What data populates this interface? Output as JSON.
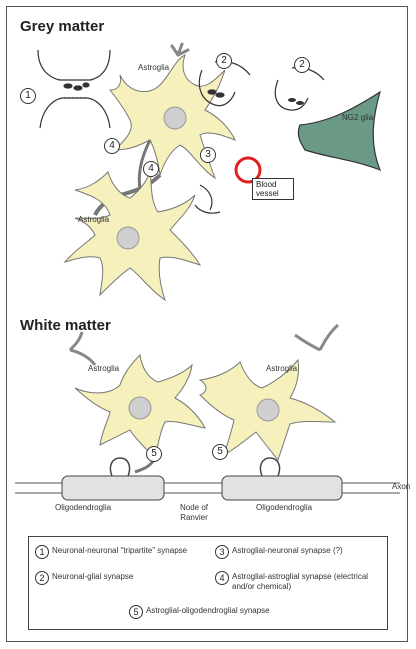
{
  "grey_matter": {
    "title": "Grey matter",
    "labels": {
      "astroglia_top": "Astroglia",
      "astroglia_bottom": "Astroglia",
      "ng2": "NG2 glia",
      "blood_vessel": "Blood vessel"
    }
  },
  "white_matter": {
    "title": "White matter",
    "labels": {
      "astroglia_left": "Astroglia",
      "astroglia_right": "Astroglia",
      "axon": "Axon",
      "oligo_left": "Oligodendroglia",
      "node": "Node of Ranvier",
      "oligo_right": "Oligodendroglia"
    }
  },
  "numbers": {
    "n1": "1",
    "n2": "2",
    "n3": "3",
    "n4": "4",
    "n5": "5"
  },
  "legend": {
    "items": [
      {
        "num": "1",
        "text": "Neuronal-neuronal \"tripartite\" synapse"
      },
      {
        "num": "2",
        "text": "Neuronal-glial synapse"
      },
      {
        "num": "3",
        "text": "Astroglial-neuronal synapse (?)"
      },
      {
        "num": "4",
        "text": "Astroglial-astroglial synapse (electrical and/or chemical)"
      },
      {
        "num": "5",
        "text": "Astroglial-oligodendroglial synapse"
      }
    ]
  },
  "colors": {
    "glia_fill": "#f6f0bd",
    "nucleus": "#cfcfcf",
    "ng2_fill": "#6a9a86",
    "vessel": "#e02020",
    "oligo_fill": "#e2e2e2"
  }
}
